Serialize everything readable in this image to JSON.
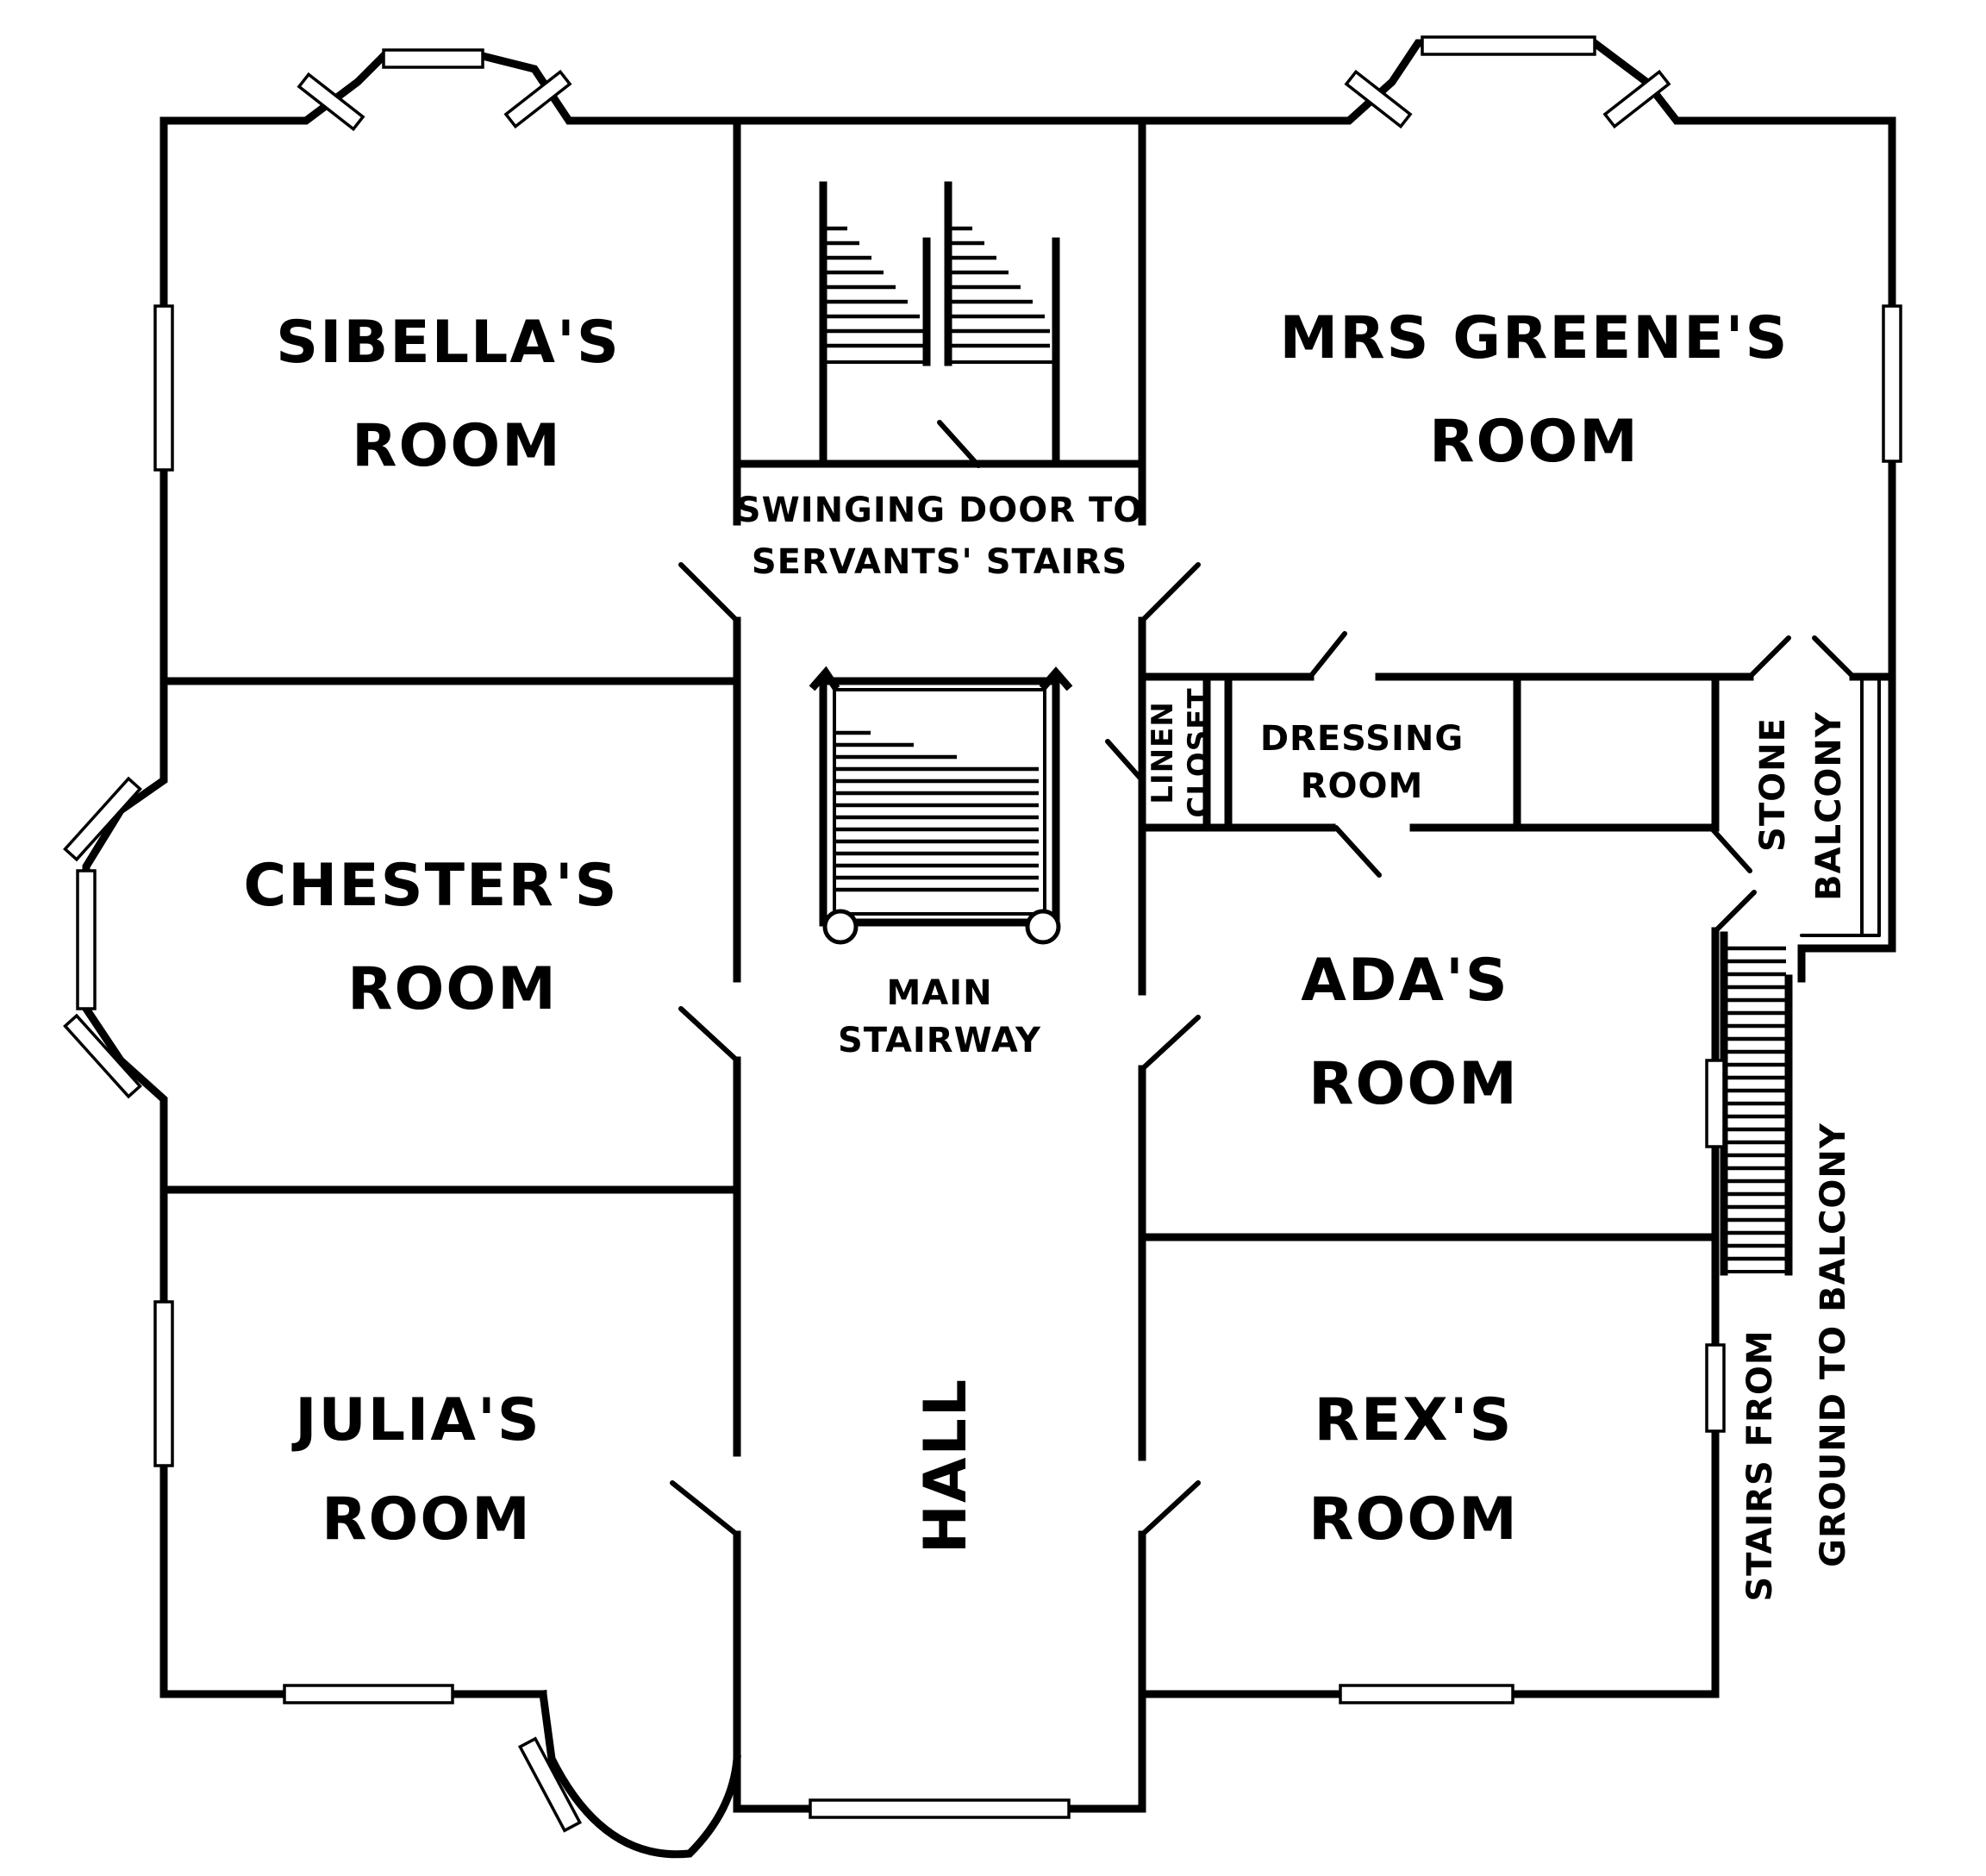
{
  "rooms": {
    "sibella": {
      "line1": "SIBELLA'S",
      "line2": "ROOM"
    },
    "mrs_greene": {
      "line1": "MRS GREENE'S",
      "line2": "ROOM"
    },
    "chester": {
      "line1": "CHESTER'S",
      "line2": "ROOM"
    },
    "ada": {
      "line1": "ADA'S",
      "line2": "ROOM"
    },
    "julia": {
      "line1": "JULIA'S",
      "line2": "ROOM"
    },
    "rex": {
      "line1": "REX'S",
      "line2": "ROOM"
    },
    "hall": "HALL",
    "main_stairway": {
      "line1": "MAIN",
      "line2": "STAIRWAY"
    },
    "swinging_door": {
      "line1": "SWINGING DOOR TO",
      "line2": "SERVANTS' STAIRS"
    },
    "linen_closet": {
      "line1": "LINEN",
      "line2": "CLOSET"
    },
    "dressing_room": {
      "line1": "DRESSING",
      "line2": "ROOM"
    },
    "stone_balcony": {
      "line1": "STONE",
      "line2": "BALCONY"
    },
    "stairs_balcony": {
      "line1": "STAIRS FROM",
      "line2": "GROUND TO BALCONY"
    }
  }
}
